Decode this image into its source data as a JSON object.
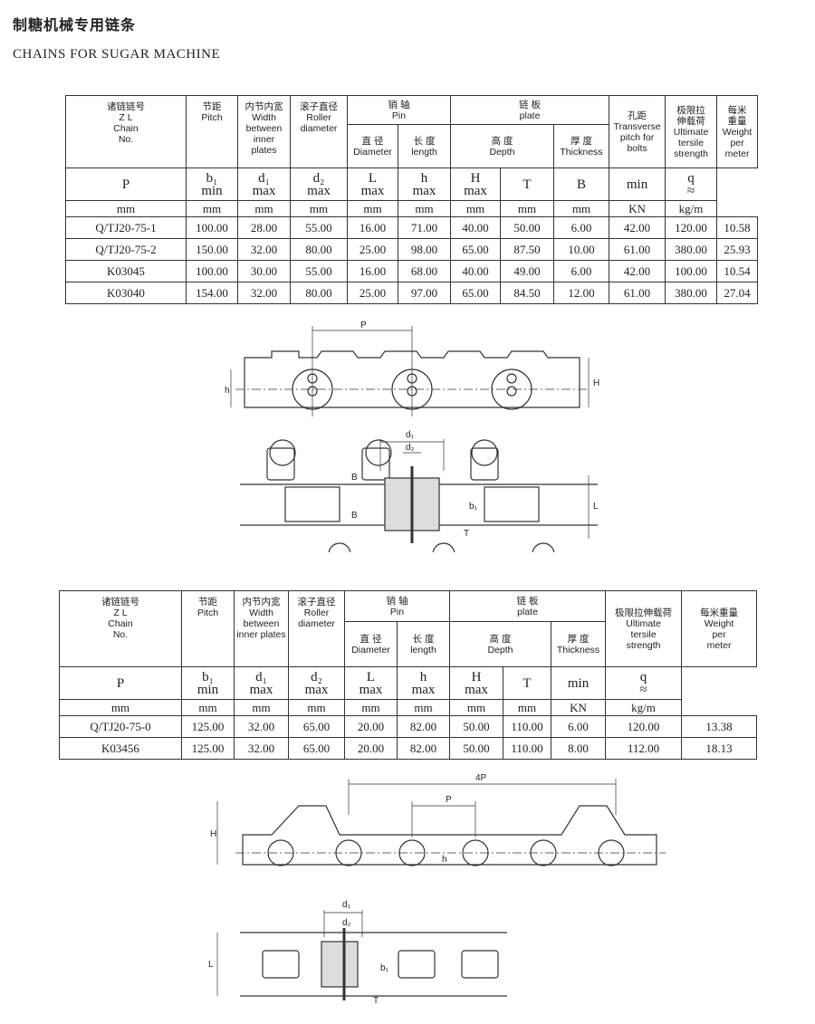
{
  "header": {
    "title_cn": "制糖机械专用链条",
    "title_en": "CHAINS FOR SUGAR MACHINE"
  },
  "table1": {
    "headers": {
      "chain_no": [
        "诸链链号",
        "Z L",
        "Chain",
        "No."
      ],
      "pitch": [
        "节距",
        "Pitch"
      ],
      "width": [
        "内节内宽",
        "Width",
        "between",
        "inner",
        "plates"
      ],
      "roller": [
        "滚子直径",
        "Roller",
        "diameter"
      ],
      "pin": [
        "销  轴",
        "Pin"
      ],
      "pin_diameter": [
        "直 径",
        "Diameter"
      ],
      "pin_length": [
        "长 度",
        "length"
      ],
      "plate": [
        "链 板",
        "plate"
      ],
      "plate_depth": [
        "高  度",
        "Depth"
      ],
      "plate_thickness": [
        "厚 度",
        "Thickness"
      ],
      "bolts": [
        "孔距",
        "Transverse",
        "pitch  for",
        "bolts"
      ],
      "strength": [
        "极限拉",
        "伸载荷",
        "Ultimate",
        "tersile",
        "strength"
      ],
      "weight": [
        "每米",
        "重量",
        "Weight",
        "per",
        "meter"
      ]
    },
    "symbols": [
      [
        "P",
        ""
      ],
      [
        "b₁",
        "min"
      ],
      [
        "d₁",
        "max"
      ],
      [
        "d₂",
        "max"
      ],
      [
        "L",
        "max"
      ],
      [
        "h",
        "max"
      ],
      [
        "H",
        "max"
      ],
      [
        "T",
        ""
      ],
      [
        "B",
        ""
      ],
      [
        "",
        "min"
      ],
      [
        "q",
        "≈"
      ]
    ],
    "units": [
      "mm",
      "mm",
      "mm",
      "mm",
      "mm",
      "mm",
      "mm",
      "mm",
      "mm",
      "KN",
      "kg/m"
    ],
    "rows": [
      [
        "Q/TJ20-75-1",
        "100.00",
        "28.00",
        "55.00",
        "16.00",
        "71.00",
        "40.00",
        "50.00",
        "6.00",
        "42.00",
        "120.00",
        "10.58"
      ],
      [
        "Q/TJ20-75-2",
        "150.00",
        "32.00",
        "80.00",
        "25.00",
        "98.00",
        "65.00",
        "87.50",
        "10.00",
        "61.00",
        "380.00",
        "25.93"
      ],
      [
        "K03045",
        "100.00",
        "30.00",
        "55.00",
        "16.00",
        "68.00",
        "40.00",
        "49.00",
        "6.00",
        "42.00",
        "100.00",
        "10.54"
      ],
      [
        "K03040",
        "154.00",
        "32.00",
        "80.00",
        "25.00",
        "97.00",
        "65.00",
        "84.50",
        "12.00",
        "61.00",
        "380.00",
        "27.04"
      ]
    ]
  },
  "table2": {
    "headers": {
      "chain_no": [
        "诸链链号",
        "Z L",
        "Chain",
        "No."
      ],
      "pitch": [
        "节距",
        "Pitch"
      ],
      "width": [
        "内节内宽",
        "Width",
        "between",
        "inner plates"
      ],
      "roller": [
        "滚子直径",
        "Roller",
        "diameter"
      ],
      "pin": [
        "销  轴",
        "Pin"
      ],
      "pin_diameter": [
        "直 径",
        "Diameter"
      ],
      "pin_length": [
        "长 度",
        "length"
      ],
      "plate": [
        "链 板",
        "plate"
      ],
      "plate_depth": [
        "高  度",
        "Depth"
      ],
      "plate_thickness": [
        "厚 度",
        "Thickness"
      ],
      "strength": [
        "极限拉伸载荷",
        "Ultimate",
        "tersile",
        "strength"
      ],
      "weight": [
        "每米重量",
        "Weight",
        "per",
        "meter"
      ]
    },
    "symbols": [
      [
        "P",
        ""
      ],
      [
        "b₁",
        "min"
      ],
      [
        "d₁",
        "max"
      ],
      [
        "d₂",
        "max"
      ],
      [
        "L",
        "max"
      ],
      [
        "h",
        "max"
      ],
      [
        "H",
        "max"
      ],
      [
        "T",
        ""
      ],
      [
        "",
        "min"
      ],
      [
        "q",
        "≈"
      ]
    ],
    "units": [
      "mm",
      "mm",
      "mm",
      "mm",
      "mm",
      "mm",
      "mm",
      "mm",
      "KN",
      "kg/m"
    ],
    "rows": [
      [
        "Q/TJ20-75-0",
        "125.00",
        "32.00",
        "65.00",
        "20.00",
        "82.00",
        "50.00",
        "110.00",
        "6.00",
        "120.00",
        "13.38"
      ],
      [
        "K03456",
        "125.00",
        "32.00",
        "65.00",
        "20.00",
        "82.00",
        "50.00",
        "110.00",
        "8.00",
        "112.00",
        "18.13"
      ]
    ]
  },
  "diagram1": {
    "labels": {
      "P": "P",
      "h": "h",
      "H": "H",
      "d1": "d₁",
      "d2": "d₂",
      "B": "B",
      "b1": "b₁",
      "L": "L",
      "T": "T"
    }
  },
  "diagram2": {
    "labels": {
      "4P": "4P",
      "P": "P",
      "H": "H",
      "h": "h",
      "d1": "d₁",
      "d2": "d₂",
      "b1": "b₁",
      "L": "L",
      "T": "T"
    }
  }
}
